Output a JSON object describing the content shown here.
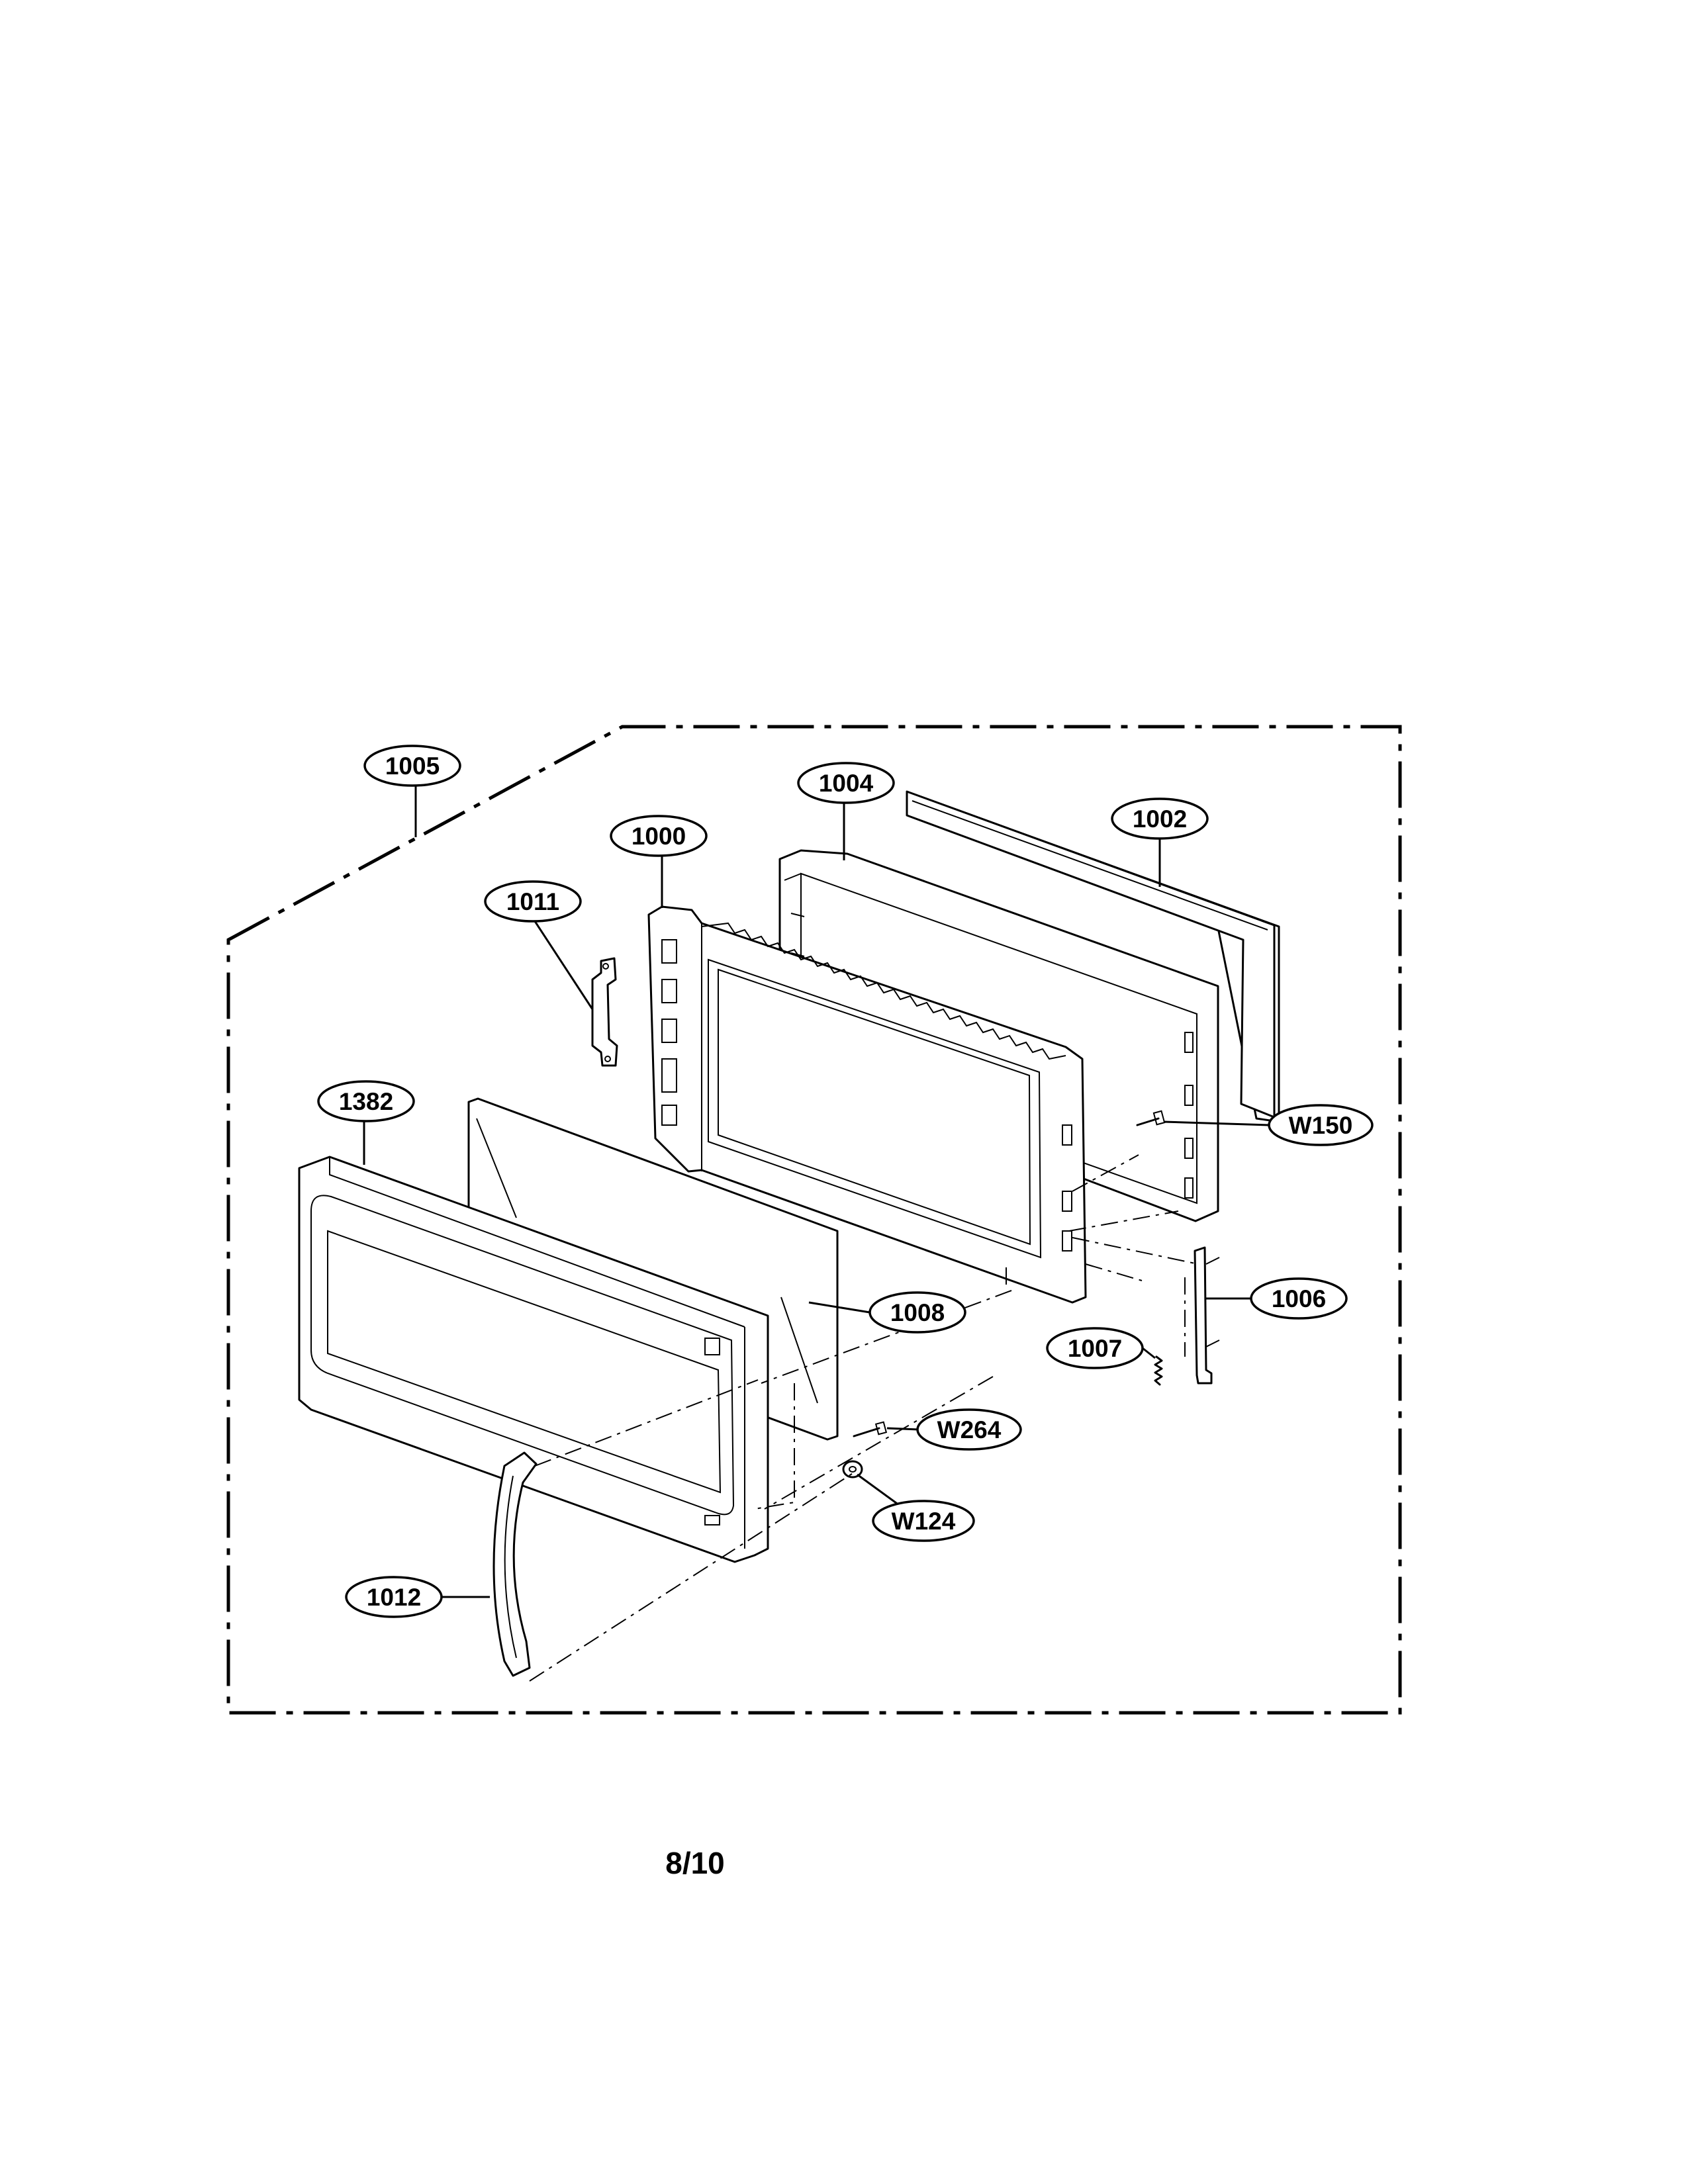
{
  "diagram": {
    "callouts": {
      "c1005": "1005",
      "c1004": "1004",
      "c1002": "1002",
      "c1000": "1000",
      "c1011": "1011",
      "c1382": "1382",
      "cW150": "W150",
      "c1006": "1006",
      "c1008": "1008",
      "c1007": "1007",
      "cW264": "W264",
      "cW124": "W124",
      "c1012": "1012"
    }
  },
  "page": {
    "number": "8/10"
  }
}
